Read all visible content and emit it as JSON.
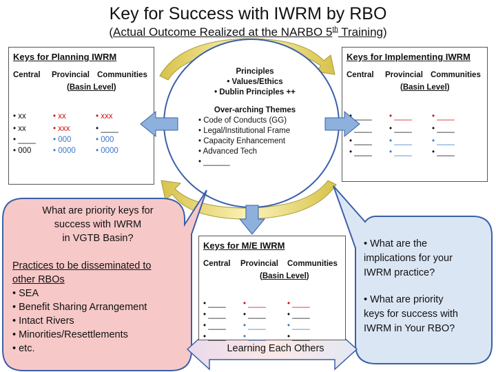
{
  "title": "Key for Success with IWRM by RBO",
  "subtitle": {
    "open": "(",
    "underlined": "Actual Outcome  Realized at the NARBO 5",
    "sup": "th",
    "rest": " Training",
    "close": ")"
  },
  "center": {
    "principles_heading": "Principles",
    "principles": [
      "• Values/Ethics",
      "• Dublin Principles ++"
    ],
    "themes_heading": "Over-arching Themes",
    "themes": [
      "•  Code of Conducts (GG)",
      "•  Legal/Institutional Frame",
      "•  Capacity Enhancement",
      "•  Advanced Tech",
      "•  ______"
    ]
  },
  "planning": {
    "title": "Keys for Planning  IWRM",
    "col_central": "Central",
    "col_provincial": "Provincial",
    "col_communities": "Communities",
    "basin_open": "(",
    "basin_level": "Basin Level",
    "basin_close": ")",
    "central": [
      "• xx",
      "• xx",
      "• ____",
      "• 000"
    ],
    "provincial": [
      "• xx",
      "• xxx",
      "• 000",
      "• 0000"
    ],
    "communities": [
      "• xxx",
      "• ____",
      "• 000",
      "• 0000"
    ]
  },
  "implementing": {
    "title": "Keys for Implementing  IWRM",
    "col_central": "Central",
    "col_provincial": "Provincial",
    "col_communities": "Communities",
    "basin_open": "(",
    "basin_level": "Basin Level",
    "basin_close": ")",
    "central": [
      "• ____",
      "• ____",
      "• ____",
      "• ____"
    ],
    "provincial": [
      "• ____",
      "• ____",
      "• ____",
      "• ____"
    ],
    "communities": [
      "• ____",
      "• ____",
      "• ____",
      "• ____"
    ]
  },
  "me": {
    "title": "Keys for M/E  IWRM",
    "col_central": "Central",
    "col_provincial": "Provincial",
    "col_communities": "Communities",
    "basin_open": "(",
    "basin_level": "Basin Level",
    "basin_close": ")",
    "central": [
      "• ____",
      "• ____",
      "• ____",
      "• ____"
    ],
    "provincial": [
      "• ____",
      "• ____",
      "• ____",
      "• ____"
    ],
    "communities": [
      "• ____",
      "• ____",
      "• ____",
      "• ____"
    ]
  },
  "pink_callout": {
    "question_lines": [
      "What are priority keys for",
      "success with IWRM",
      "in VGTB Basin?"
    ],
    "practices_heading_1": "Practices to be disseminated to",
    "practices_heading_2": "other RBOs",
    "practices": [
      "•  SEA",
      "•  Benefit Sharing Arrangement",
      "•  Intact Rivers",
      "•  Minorities/Resettlements",
      "•  etc."
    ]
  },
  "blue_callout": {
    "q1": [
      "• What are the",
      "implications for your",
      "IWRM practice?"
    ],
    "q2": [
      "• What are priority",
      "keys for success with",
      "IWRM in Your RBO?"
    ]
  },
  "learning": "Learning Each Others",
  "colors": {
    "pink_fill": "#f7c8c8",
    "blue_fill": "#dbe6f5",
    "arrow_blue": "#8eb0dc",
    "arrow_yellow": "#f1e58e",
    "bullet_red": "#d01010",
    "bullet_blue": "#3a78c8"
  }
}
